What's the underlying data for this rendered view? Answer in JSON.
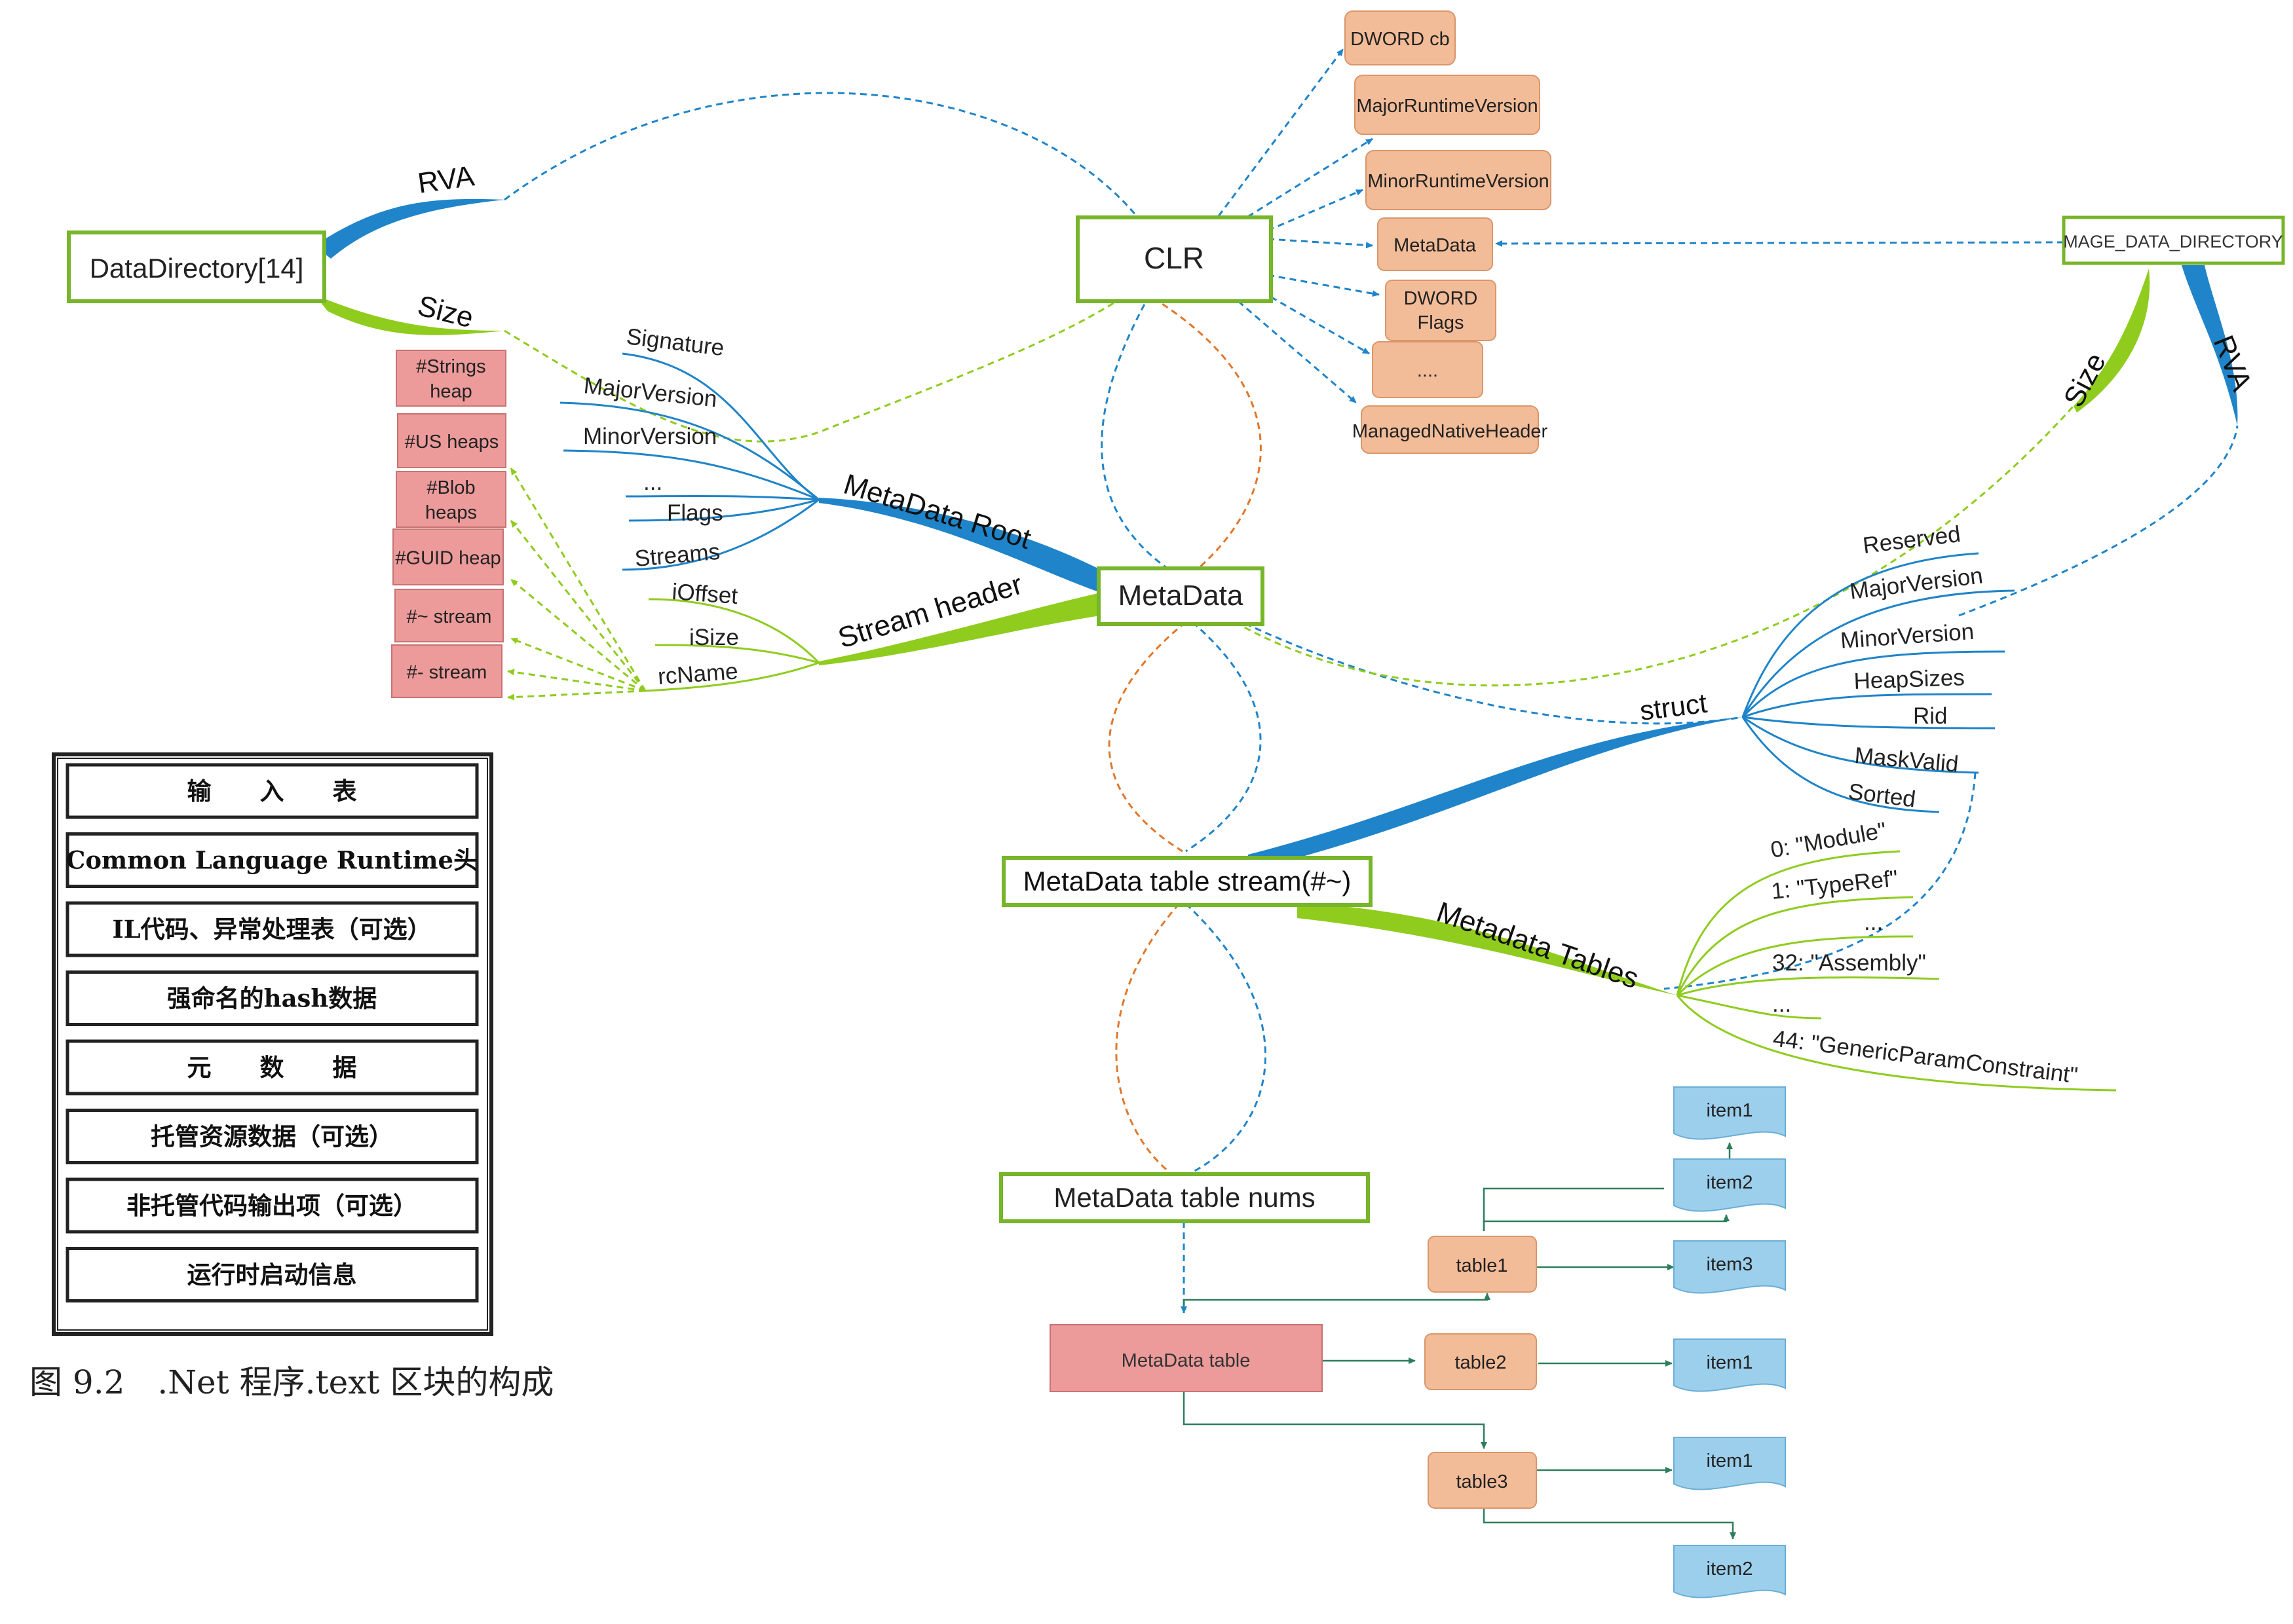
{
  "nodes": {
    "data_directory": "DataDirectory[14]",
    "clr": "CLR",
    "metadata": "MetaData",
    "table_stream": "MetaData table stream(#~)",
    "table_nums": "MetaData table nums",
    "metadata_table": "MetaData table",
    "image_data_directory": "MAGE_DATA_DIRECTORY"
  },
  "branch_labels": {
    "rva_left": "RVA",
    "size_left": "Size",
    "metadata_root": "MetaData Root",
    "stream_header": "Stream header",
    "struct": "struct",
    "metadata_tables": "Metadata Tables",
    "size_right": "Size",
    "rva_right": "RVA"
  },
  "clr_fields": [
    "DWORD cb",
    "MajorRuntimeVersion",
    "MinorRuntimeVersion",
    "MetaData",
    "DWORD Flags",
    "....",
    "ManagedNativeHeader"
  ],
  "heaps": [
    "#Strings heap",
    "#US heaps",
    "#Blob heaps",
    "#GUID heap",
    "#~ stream",
    "#- stream"
  ],
  "root_fields": [
    "Signature",
    "MajorVersion",
    "MinorVersion",
    "...",
    "Flags",
    "Streams"
  ],
  "stream_header_fields": [
    "iOffset",
    "iSize",
    "rcName"
  ],
  "struct_fields": [
    "Reserved",
    "MajorVersion",
    "MinorVersion",
    "HeapSizes",
    "Rid",
    "MaskValid",
    "Sorted"
  ],
  "table_entries": [
    "0: \"Module\"",
    "1: \"TypeRef\"",
    "...",
    "32: \"Assembly\"",
    "...",
    "44: \"GenericParamConstraint\""
  ],
  "tables": [
    "table1",
    "table2",
    "table3"
  ],
  "items": {
    "t1_item1": "item1",
    "t1_item2": "item2",
    "t1_item3": "item3",
    "t2_item1": "item1",
    "t3_item1": "item1",
    "t3_item2": "item2"
  },
  "legend_rows": [
    "输　　入　　表",
    "Common Language Runtime头",
    "IL代码、异常处理表（可选）",
    "强命名的hash数据",
    "元　　数　　据",
    "托管资源数据（可选）",
    "非托管代码输出项（可选）",
    "运行时启动信息"
  ],
  "caption": "图 9.2　.Net 程序.text 区块的构成",
  "colors": {
    "blue": "#1f84c9",
    "green": "#8fcc1e",
    "orange": "#e0772a",
    "node_border": "#77b52a",
    "orange_fill": "#f3bc98",
    "orange_stroke": "#d9966a",
    "red_fill": "#ec9a9a",
    "red_stroke": "#c97272",
    "item_fill": "#9ccfec",
    "item_stroke": "#6aaed6",
    "arrow_green": "#2e7d5b"
  }
}
